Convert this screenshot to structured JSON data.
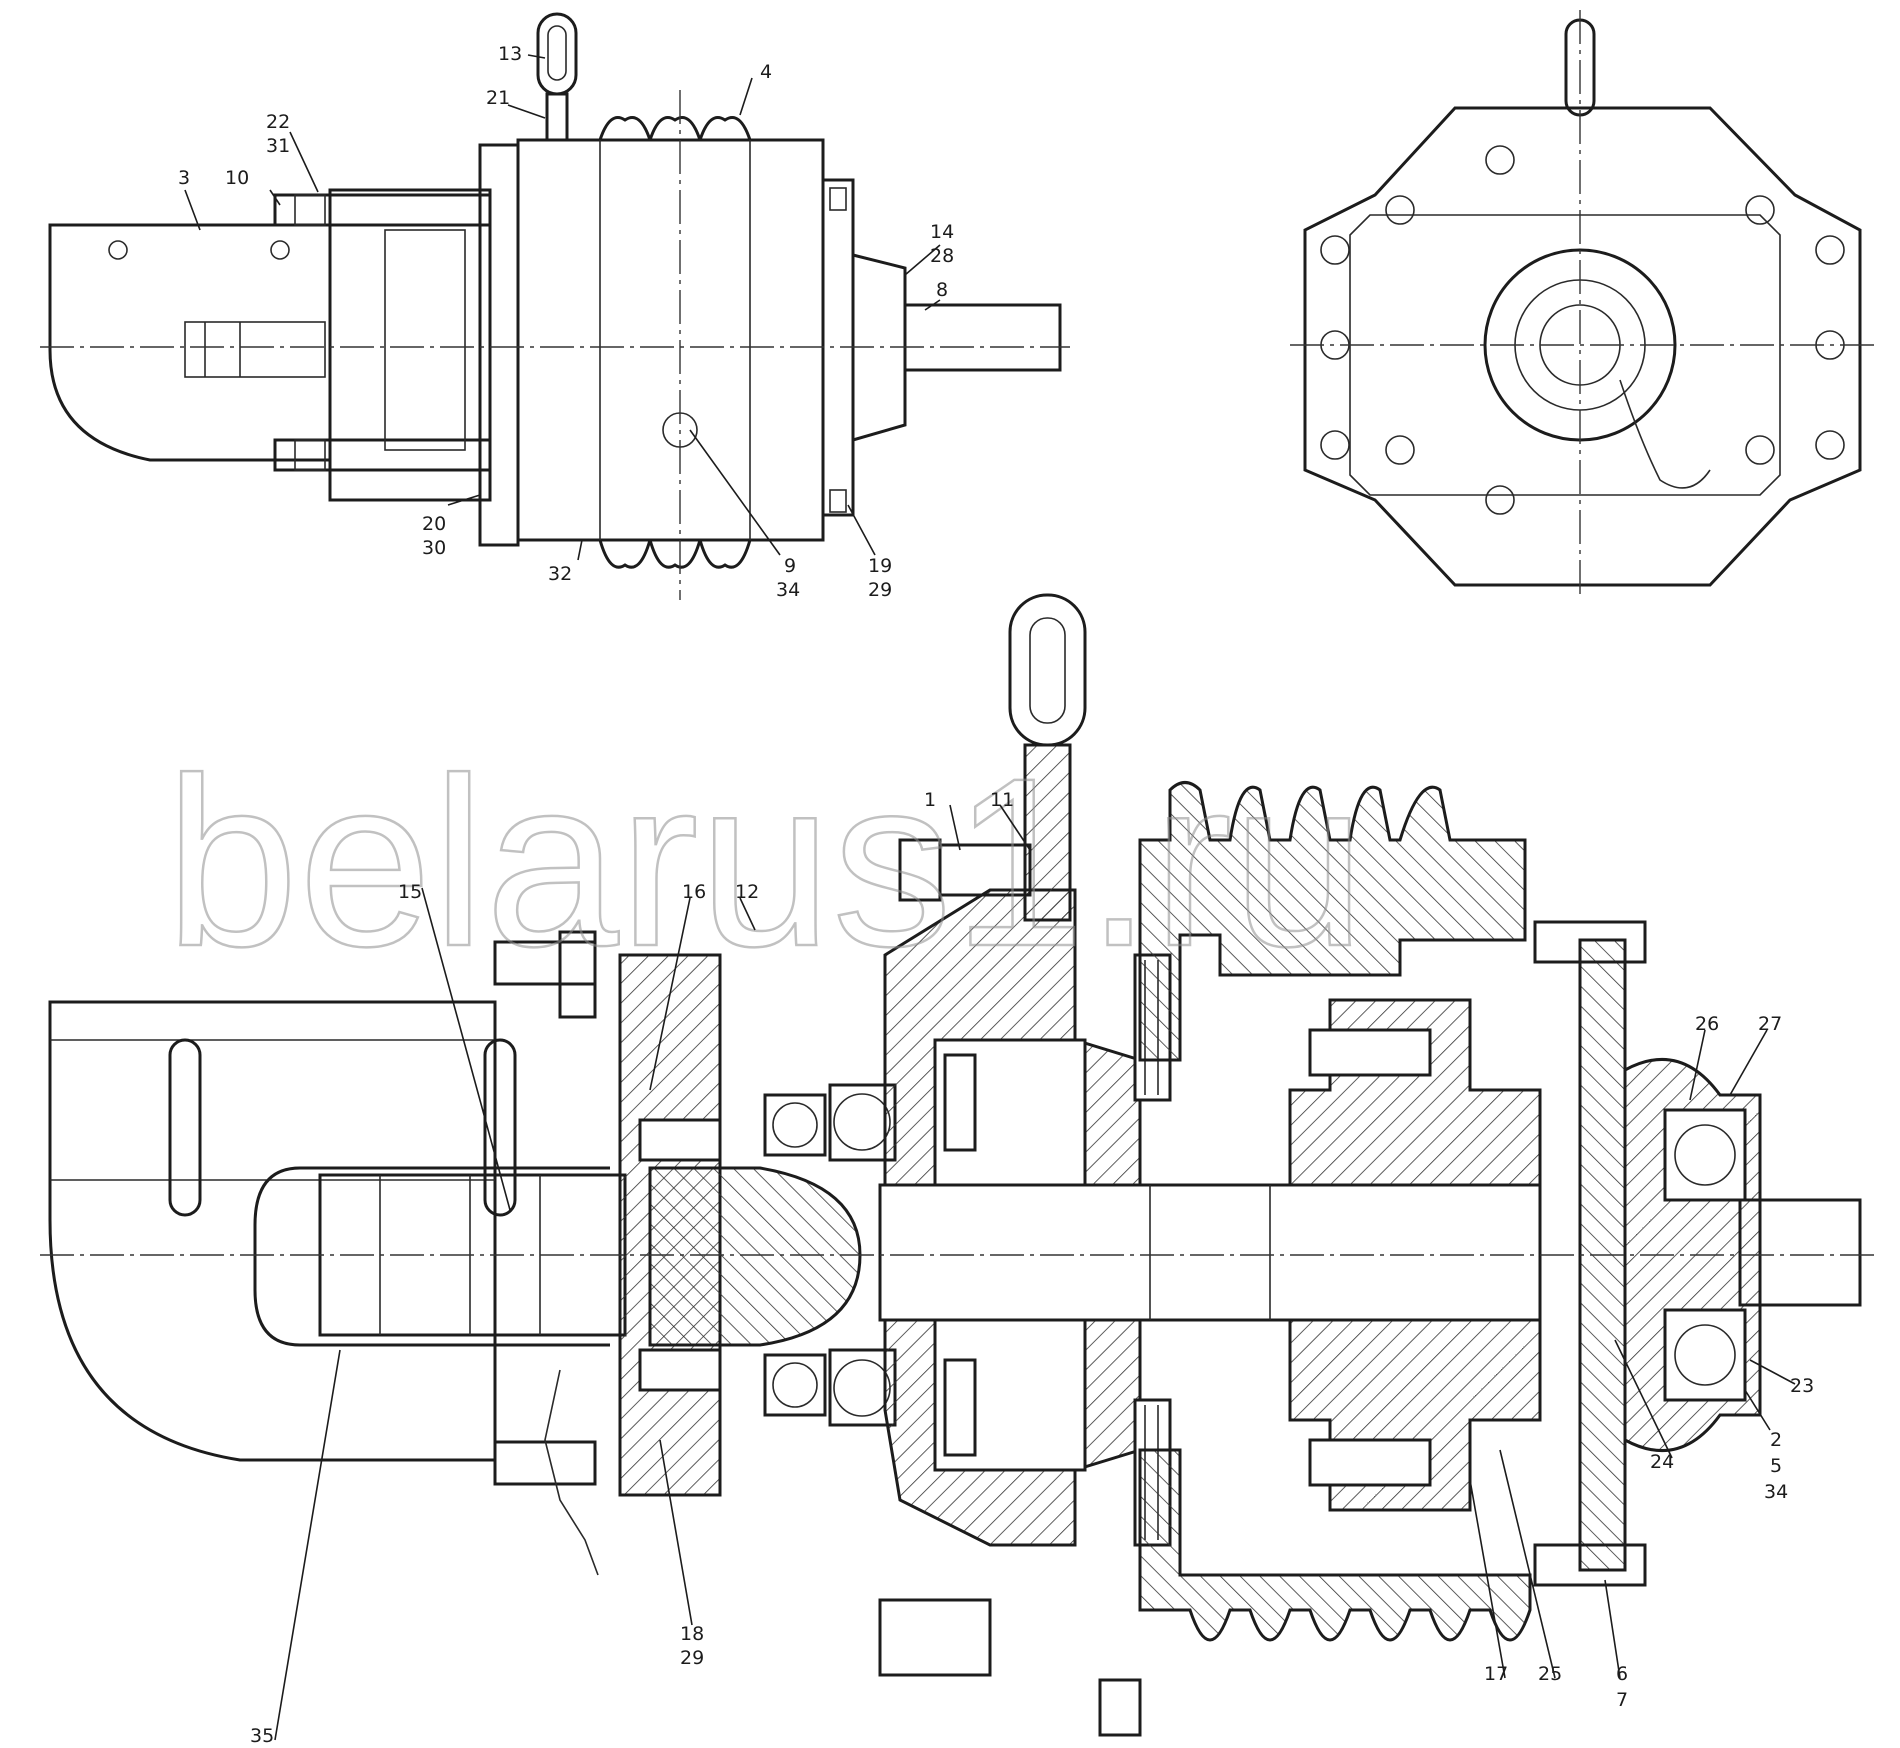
{
  "watermark": "belarus1.ru",
  "callouts": {
    "c1": "1",
    "c2": "2",
    "c3": "3",
    "c4": "4",
    "c5": "5",
    "c6": "6",
    "c7": "7",
    "c8": "8",
    "c9": "9",
    "c10": "10",
    "c11": "11",
    "c12": "12",
    "c13": "13",
    "c14": "14",
    "c15": "15",
    "c16": "16",
    "c17": "17",
    "c18": "18",
    "c19": "19",
    "c20": "20",
    "c21": "21",
    "c22": "22",
    "c23": "23",
    "c24": "24",
    "c25": "25",
    "c26": "26",
    "c27": "27",
    "c28": "28",
    "c29": "29",
    "c29b": "29",
    "c30": "30",
    "c31": "31",
    "c32": "32",
    "c34": "34",
    "c34b": "34",
    "c35": "35"
  }
}
